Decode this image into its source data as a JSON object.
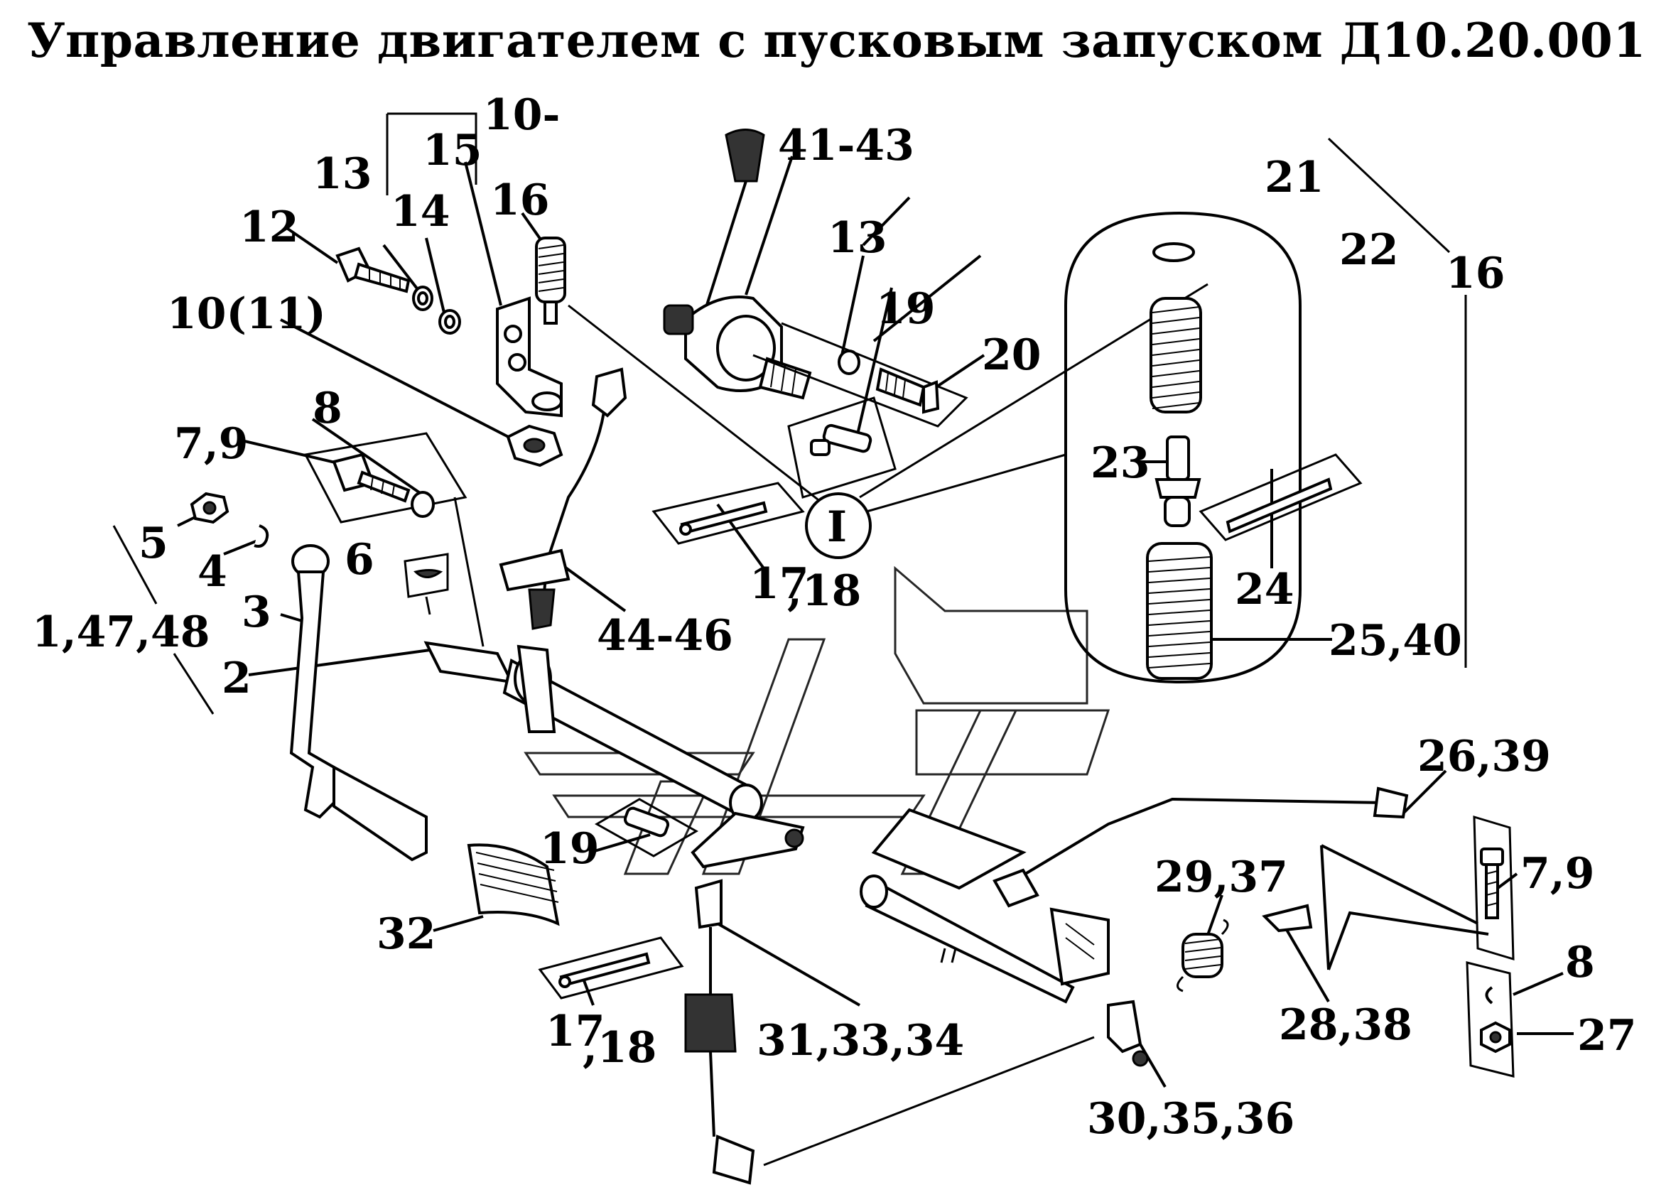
{
  "title": "Управление двигателем с пусковым запуском Д10.20.001",
  "labels": [
    {
      "id": "10-",
      "text": "10-"
    },
    {
      "id": "15",
      "text": "15"
    },
    {
      "id": "13a",
      "text": "13"
    },
    {
      "id": "14",
      "text": "14"
    },
    {
      "id": "16a",
      "text": "16"
    },
    {
      "id": "12",
      "text": "12"
    },
    {
      "id": "10(11)",
      "text": "10(11)"
    },
    {
      "id": "41-43",
      "text": "41-43"
    },
    {
      "id": "13b",
      "text": "13"
    },
    {
      "id": "19a",
      "text": "19"
    },
    {
      "id": "20",
      "text": "20"
    },
    {
      "id": "21",
      "text": "21"
    },
    {
      "id": "22",
      "text": "22"
    },
    {
      "id": "16b",
      "text": "16"
    },
    {
      "id": "8a",
      "text": "8"
    },
    {
      "id": "7,9a",
      "text": "7,9"
    },
    {
      "id": "5",
      "text": "5"
    },
    {
      "id": "4",
      "text": "4"
    },
    {
      "id": "6",
      "text": "6"
    },
    {
      "id": "3",
      "text": "3"
    },
    {
      "id": "1,47,48",
      "text": "1,47,48"
    },
    {
      "id": "2",
      "text": "2"
    },
    {
      "id": "I",
      "text": "I"
    },
    {
      "id": "23",
      "text": "23"
    },
    {
      "id": "24",
      "text": "24"
    },
    {
      "id": "17a",
      "text": "17"
    },
    {
      "id": "18a",
      "text": ",18"
    },
    {
      "id": "44-46",
      "text": "44-46"
    },
    {
      "id": "25,40",
      "text": "25,40"
    },
    {
      "id": "26,39",
      "text": "26,39"
    },
    {
      "id": "19b",
      "text": "19"
    },
    {
      "id": "29,37",
      "text": "29,37"
    },
    {
      "id": "7,9b",
      "text": "7,9"
    },
    {
      "id": "32",
      "text": "32"
    },
    {
      "id": "8b",
      "text": "8"
    },
    {
      "id": "28,38",
      "text": "28,38"
    },
    {
      "id": "27",
      "text": "27"
    },
    {
      "id": "17b",
      "text": "17"
    },
    {
      "id": "18b",
      "text": ",18"
    },
    {
      "id": "31,33,34",
      "text": "31,33,34"
    },
    {
      "id": "30,35,36",
      "text": "30,35,36"
    }
  ]
}
